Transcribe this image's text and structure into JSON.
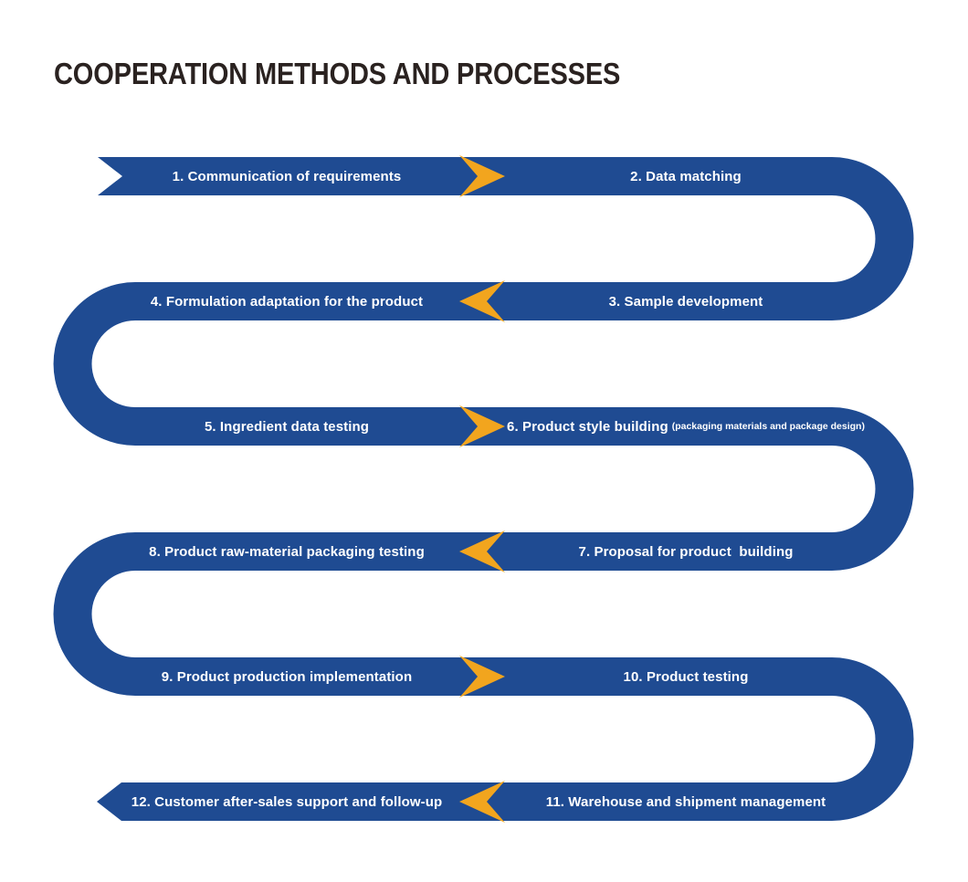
{
  "title": "COOPERATION METHODS AND PROCESSES",
  "colors": {
    "ribbon_blue": "#1f4b92",
    "chevron_yellow": "#f2a51e",
    "title_text": "#2a2220",
    "label_text": "#ffffff"
  },
  "diagram": {
    "type": "serpentine-process-flow",
    "rows": [
      {
        "left_label": "1. Communication of requirements",
        "chevron": "right",
        "right_label": "2. Data matching"
      },
      {
        "left_label": "4. Formulation adaptation for the product",
        "chevron": "left",
        "right_label": "3. Sample development"
      },
      {
        "left_label": "5. Ingredient data testing",
        "chevron": "right",
        "right_label": "6. Product style building",
        "right_note": "(packaging materials and package design)"
      },
      {
        "left_label": "8. Product raw-material packaging testing",
        "chevron": "left",
        "right_label": "7. Proposal for product  building"
      },
      {
        "left_label": "9. Product production implementation",
        "chevron": "right",
        "right_label": "10. Product testing"
      },
      {
        "left_label": "12. Customer after-sales support and follow-up",
        "chevron": "left",
        "right_label": "11. Warehouse and shipment management"
      }
    ]
  }
}
